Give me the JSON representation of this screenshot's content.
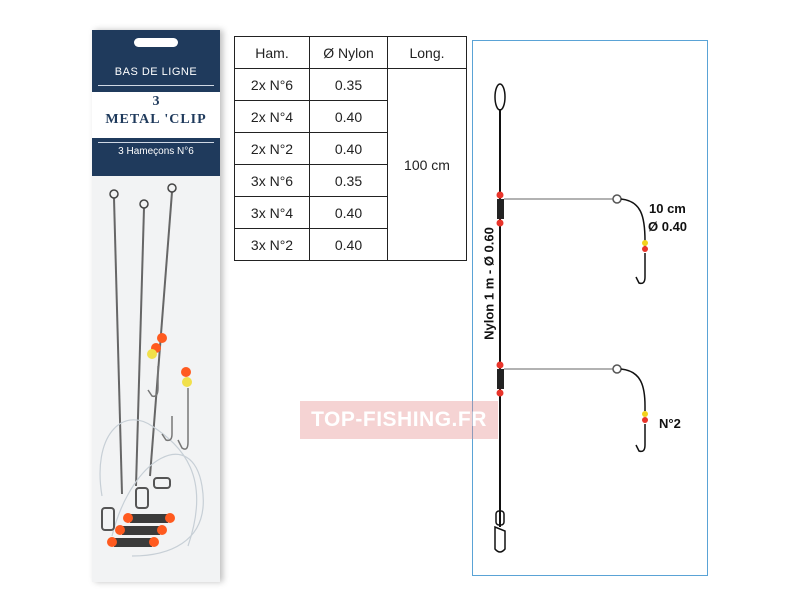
{
  "package": {
    "brand_top": "BAS DE LIGNE",
    "model_line1": "3",
    "model_line2": "METAL 'CLIP",
    "hooks_line": "3 Hameçons N°6",
    "header_color": "#1f3a5c",
    "bead_color": "#ff5a1f",
    "bead_yellow": "#f1e04a"
  },
  "table": {
    "headers": [
      "Ham.",
      "Ø Nylon",
      "Long."
    ],
    "rows": [
      {
        "ham": "2x N°6",
        "nylon": "0.35"
      },
      {
        "ham": "2x N°4",
        "nylon": "0.40"
      },
      {
        "ham": "2x N°2",
        "nylon": "0.40"
      },
      {
        "ham": "3x N°6",
        "nylon": "0.35"
      },
      {
        "ham": "3x N°4",
        "nylon": "0.40"
      },
      {
        "ham": "3x N°2",
        "nylon": "0.40"
      }
    ],
    "length": "100 cm"
  },
  "diagram": {
    "main_line": "Nylon 1 m -  Ø 0.60",
    "branch_length": "10 cm",
    "branch_diameter": "Ø 0.40",
    "hook_size": "N°2",
    "frame_color": "#5aa3d6",
    "bead_color": "#e8342a",
    "bead_yellow": "#f3d21c"
  },
  "watermark": "TOP-FISHING.FR"
}
